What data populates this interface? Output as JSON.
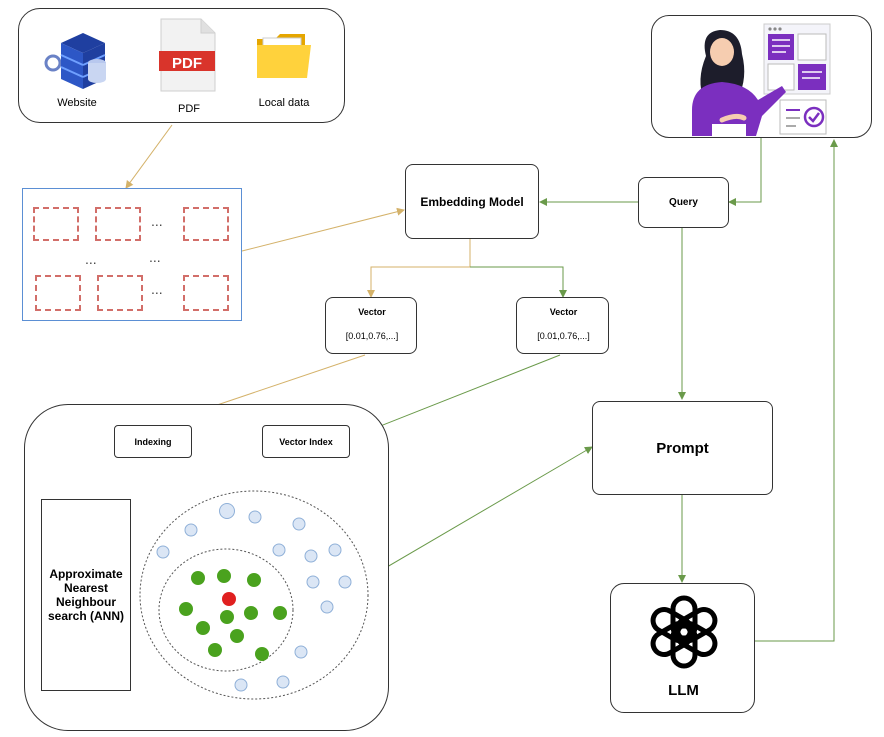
{
  "sources": {
    "website": "Website",
    "pdf": "PDF",
    "pdf_icon_text": "PDF",
    "local": "Local data"
  },
  "embedding_model": "Embedding Model",
  "query": "Query",
  "vector_left": {
    "title": "Vector",
    "value": "[0.01,0.76,...]"
  },
  "vector_right": {
    "title": "Vector",
    "value": "[0.01,0.76,...]"
  },
  "indexing": "Indexing",
  "vector_index": "Vector Index",
  "ann": "Approximate Nearest Neighbour search (ANN)",
  "prompt": "Prompt",
  "llm": "LLM",
  "chunk_dots": {
    "row1": "...",
    "mid_left": "...",
    "mid_right": "...",
    "row2": "..."
  },
  "colors": {
    "gold_arrow": "#d4b26a",
    "green_arrow": "#6a9a4a",
    "chunk_border": "#c84a44",
    "doc_border": "#5b8fd4",
    "green_dot": "#4aa21e",
    "red_dot": "#e02020",
    "blue_dot": "#dbe6f5",
    "purple": "#7b2fbf"
  }
}
